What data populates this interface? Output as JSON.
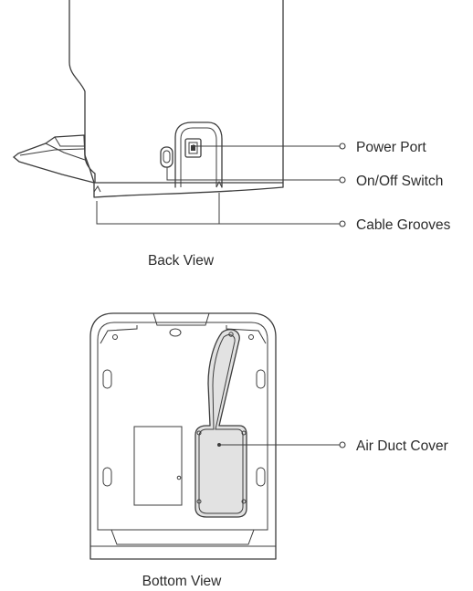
{
  "back_view": {
    "caption": "Back View",
    "labels": {
      "power_port": "Power Port",
      "on_off_switch": "On/Off Switch",
      "cable_grooves": "Cable Grooves"
    }
  },
  "bottom_view": {
    "caption": "Bottom View",
    "labels": {
      "air_duct_cover": "Air Duct Cover"
    }
  },
  "colors": {
    "line": "#3c3c3c",
    "duct_fill": "#e2e2e2",
    "text": "#2b2b2b"
  }
}
